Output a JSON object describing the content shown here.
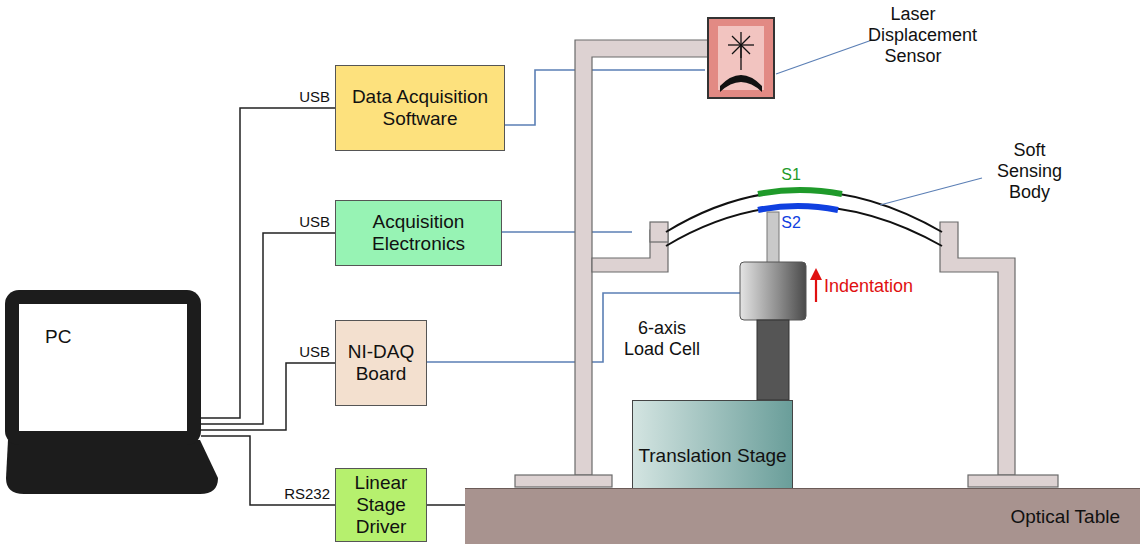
{
  "diagram": {
    "nodes": [
      {
        "text": [
          "PC"
        ]
      },
      {
        "text": [
          "Data Acquisition Software"
        ]
      },
      {
        "text": [
          "Acquisition Electronics"
        ]
      },
      {
        "text": [
          "NI-DAQ Board"
        ]
      },
      {
        "text": [
          "Linear Stage Driver"
        ]
      },
      {
        "text": [
          "Translation Stage"
        ]
      },
      {
        "text": [
          "Optical Table"
        ]
      }
    ],
    "edges": [
      {
        "from": 0,
        "to": 1,
        "label": "USB",
        "arrow": "none"
      },
      {
        "from": 0,
        "to": 2,
        "label": "USB",
        "arrow": "none"
      },
      {
        "from": 0,
        "to": 3,
        "label": "USB",
        "arrow": "none"
      },
      {
        "from": 0,
        "to": 4,
        "label": "RS232",
        "arrow": "none"
      },
      {
        "from": 4,
        "to": 5,
        "arrow": "none"
      }
    ],
    "labels": [
      "Laser Displacement Sensor",
      "Soft Sensing Body",
      "S1",
      "S2",
      "Indentation",
      "6-axis Load Cell"
    ]
  }
}
